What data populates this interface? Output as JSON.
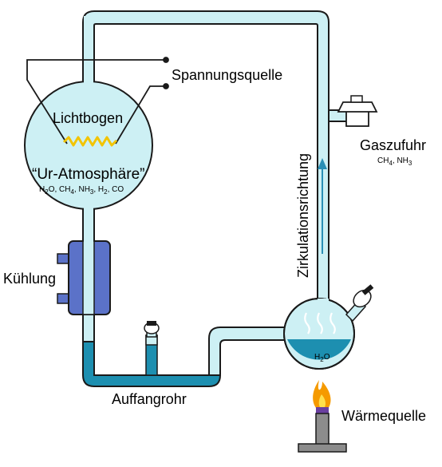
{
  "labels": {
    "voltage_source": "Spannungsquelle",
    "arc": "Lichtbogen",
    "atmosphere": "“Ur-Atmosphäre”",
    "atmosphere_formula": {
      "h2o_a": "H",
      "h2o_sub": "2",
      "h2o_b": "O, CH",
      "ch4_sub": "4",
      "nh3_a": ", NH",
      "nh3_sub": "3",
      "h2_a": ", H",
      "h2_sub": "2",
      "co": ", CO"
    },
    "cooling": "Kühlung",
    "collection_tube": "Auffangrohr",
    "gas_supply": "Gaszufuhr",
    "gas_formula": {
      "a": "CH",
      "sub1": "4",
      "b": ", NH",
      "sub2": "3"
    },
    "circulation": "Zirkulationsrichtung",
    "heat_source": "Wärmequelle",
    "water": {
      "a": "H",
      "sub": "2",
      "b": "O"
    }
  },
  "colors": {
    "glass": "#cdf0f4",
    "water": "#1d8fb0",
    "outline": "#1a1a1a",
    "cooler": "#5b72c8",
    "arrow": "#2a8fb5",
    "spark": "#f2c400",
    "flame_outer": "#f59a00",
    "flame_inner": "#ffe04d",
    "burner": "#8c8c8c"
  }
}
